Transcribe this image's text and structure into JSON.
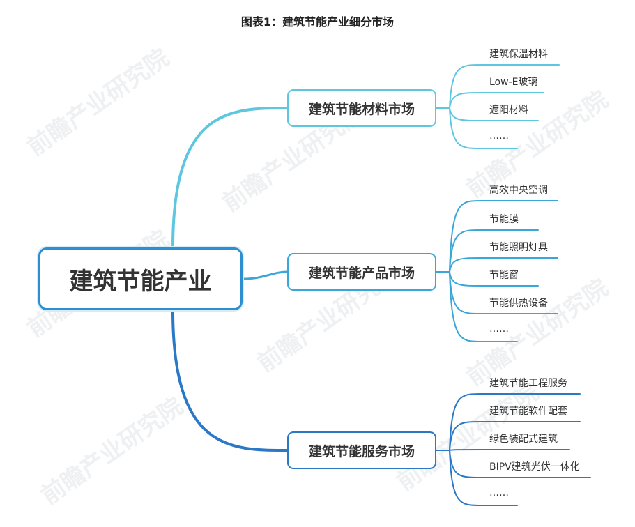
{
  "title": "图表1：建筑节能产业细分市场",
  "root": {
    "label": "建筑节能产业",
    "color": "#2e8fd0"
  },
  "branches": [
    {
      "label": "建筑节能材料市场",
      "color": "#5fc6e0",
      "leaves": [
        "建筑保温材料",
        "Low-E玻璃",
        "遮阳材料",
        "……"
      ]
    },
    {
      "label": "建筑节能产品市场",
      "color": "#3aa6d8",
      "leaves": [
        "高效中央空调",
        "节能膜",
        "节能照明灯具",
        "节能窗",
        "节能供热设备",
        "……"
      ]
    },
    {
      "label": "建筑节能服务市场",
      "color": "#2a78c6",
      "leaves": [
        "建筑节能工程服务",
        "建筑节能软件配套",
        "绿色装配式建筑",
        "BIPV建筑光伏一体化",
        "……"
      ]
    }
  ]
}
